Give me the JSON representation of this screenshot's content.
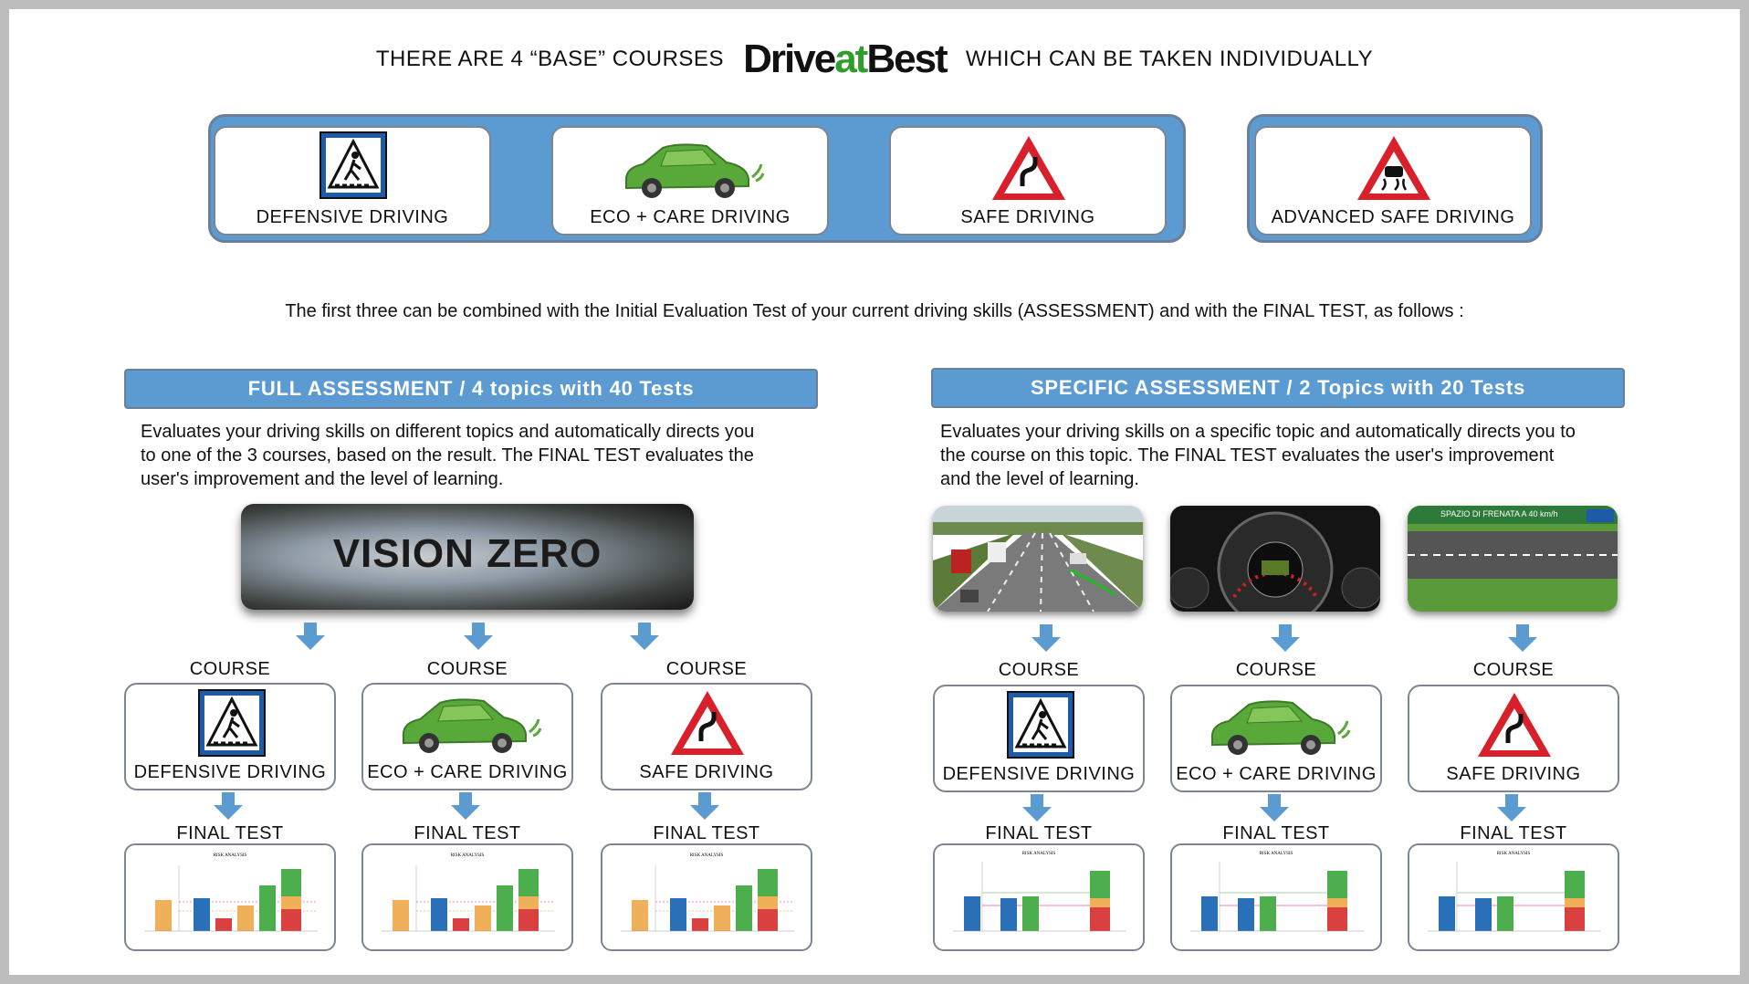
{
  "header": {
    "prefix": "THERE ARE 4  “BASE” COURSES",
    "brand_a": "Drive",
    "brand_b": "at",
    "brand_c": "Best",
    "suffix": "WHICH  CAN BE TAKEN INDIVIDUALLY"
  },
  "base_courses": [
    "DEFENSIVE  DRIVING",
    "ECO + CARE  DRIVING",
    "SAFE DRIVING",
    "ADVANCED  SAFE DRIVING"
  ],
  "intro": "The  first three can be combined  with  the Initial Evaluation Test of your current driving skills (ASSESSMENT)   and with the FINAL TEST,  as follows :",
  "full": {
    "bar": "FULL  ASSESSMENT   /  4 topics  with 40 Tests",
    "desc": [
      "Evaluates your driving skills on different topics and  automatically directs you",
      "to one  of the 3 courses, based on the result. The  FINAL TEST  evaluates the",
      "user's  improvement  and the level of learning."
    ],
    "banner": "VISION ZERO"
  },
  "specific": {
    "bar": "SPECIFIC  ASSESSMENT   /  2 Topics  with 20 Tests",
    "desc": [
      "Evaluates your driving skills on a specific topic and automatically directs you to",
      "the course on this topic. The FINAL  TEST  evaluates the user's   improvement",
      "and the level of learning."
    ],
    "photo3_text": "SPAZIO DI FRENATA A 40 km/h"
  },
  "course_label": "COURSE",
  "final_label": "FINAL  TEST",
  "courses": [
    "DEFENSIVE  DRIVING",
    "ECO + CARE  DRIVING",
    "SAFE DRIVING"
  ],
  "chart_title": "RISK ANALYSIS",
  "colors": {
    "blue": "#5b9bd1",
    "sign_blue": "#1e5aa8",
    "sign_red": "#d8202a",
    "orange": "#f0b05a",
    "barblue": "#2a70b8",
    "red": "#d94040",
    "green": "#4cae4c"
  },
  "icons": [
    "pedestrian-crossing-icon",
    "eco-car-icon",
    "curve-warning-icon",
    "slippery-road-icon"
  ]
}
